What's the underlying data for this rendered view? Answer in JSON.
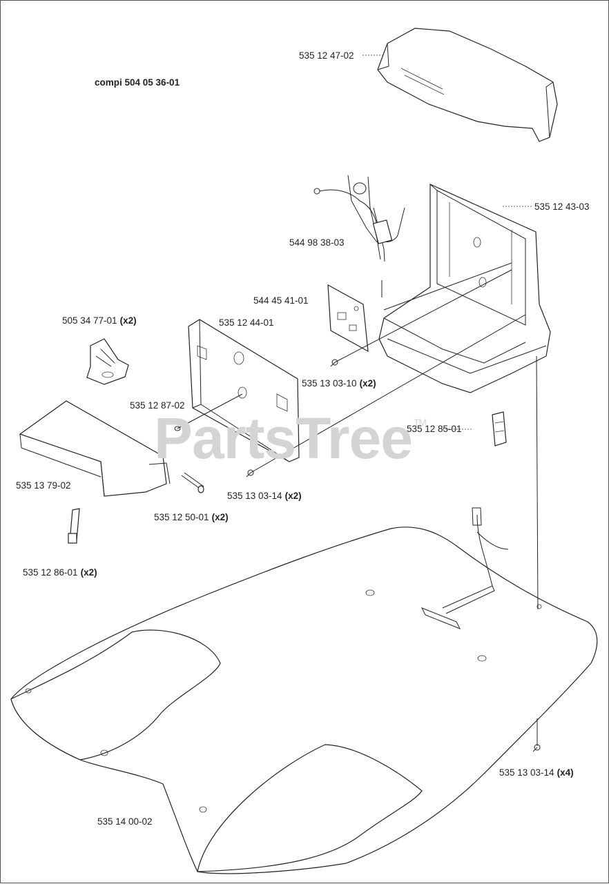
{
  "title": "compi 504 05 36-01",
  "watermark": {
    "text": "PartsTree",
    "mark": "TM"
  },
  "parts": [
    {
      "id": "p1",
      "number": "535 12 47-02",
      "qty": ""
    },
    {
      "id": "p2",
      "number": "535 12 43-03",
      "qty": ""
    },
    {
      "id": "p3",
      "number": "544 98 38-03",
      "qty": ""
    },
    {
      "id": "p4",
      "number": "544 45 41-01",
      "qty": ""
    },
    {
      "id": "p5",
      "number": "505 34 77-01",
      "qty": "(x2)"
    },
    {
      "id": "p6",
      "number": "535 12 44-01",
      "qty": ""
    },
    {
      "id": "p7",
      "number": "535 13 03-10",
      "qty": "(x2)"
    },
    {
      "id": "p8",
      "number": "535 12 87-02",
      "qty": ""
    },
    {
      "id": "p9",
      "number": "535 12 85-01",
      "qty": ""
    },
    {
      "id": "p10",
      "number": "535 13 79-02",
      "qty": ""
    },
    {
      "id": "p11",
      "number": "535 13 03-14",
      "qty": "(x2)"
    },
    {
      "id": "p12",
      "number": "535 12 50-01",
      "qty": "(x2)"
    },
    {
      "id": "p13",
      "number": "535 12 86-01",
      "qty": "(x2)"
    },
    {
      "id": "p14",
      "number": "535 13 03-14",
      "qty": "(x4)"
    },
    {
      "id": "p15",
      "number": "535 14 00-02",
      "qty": ""
    }
  ]
}
